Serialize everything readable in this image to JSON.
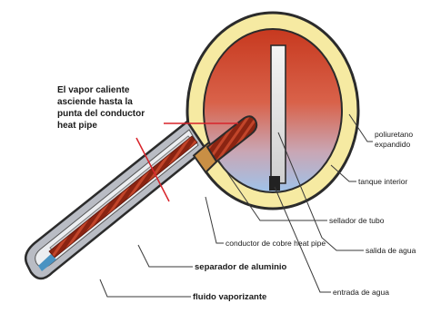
{
  "callout": {
    "lines": [
      "El vapor caliente",
      "asciende hasta la",
      "punta del conductor",
      "heat pipe"
    ]
  },
  "labels": {
    "poliuretano_line1": "poliuretano",
    "poliuretano_line2": "expandido",
    "tanque_interior": "tanque interior",
    "sellador_de_tubo": "sellador de tubo",
    "salida_de_agua": "salida de agua",
    "conductor_de_cobre": "conductor de cobre heat pipe",
    "entrada_de_agua": "entrada de agua",
    "separador_de_aluminio": "separador de aluminio",
    "fluido_vaporizante": "fluido vaporizante"
  },
  "colors": {
    "insulation_yellow": "#f6eaa2",
    "tank_red_top": "#cf4b28",
    "tank_blue_bottom": "#a8c7ea",
    "tube_glass": "#b9bcc4",
    "heat_pipe_red": "#8a2412",
    "seal_brown": "#c98f45",
    "callout_line_red": "#d8232a"
  }
}
